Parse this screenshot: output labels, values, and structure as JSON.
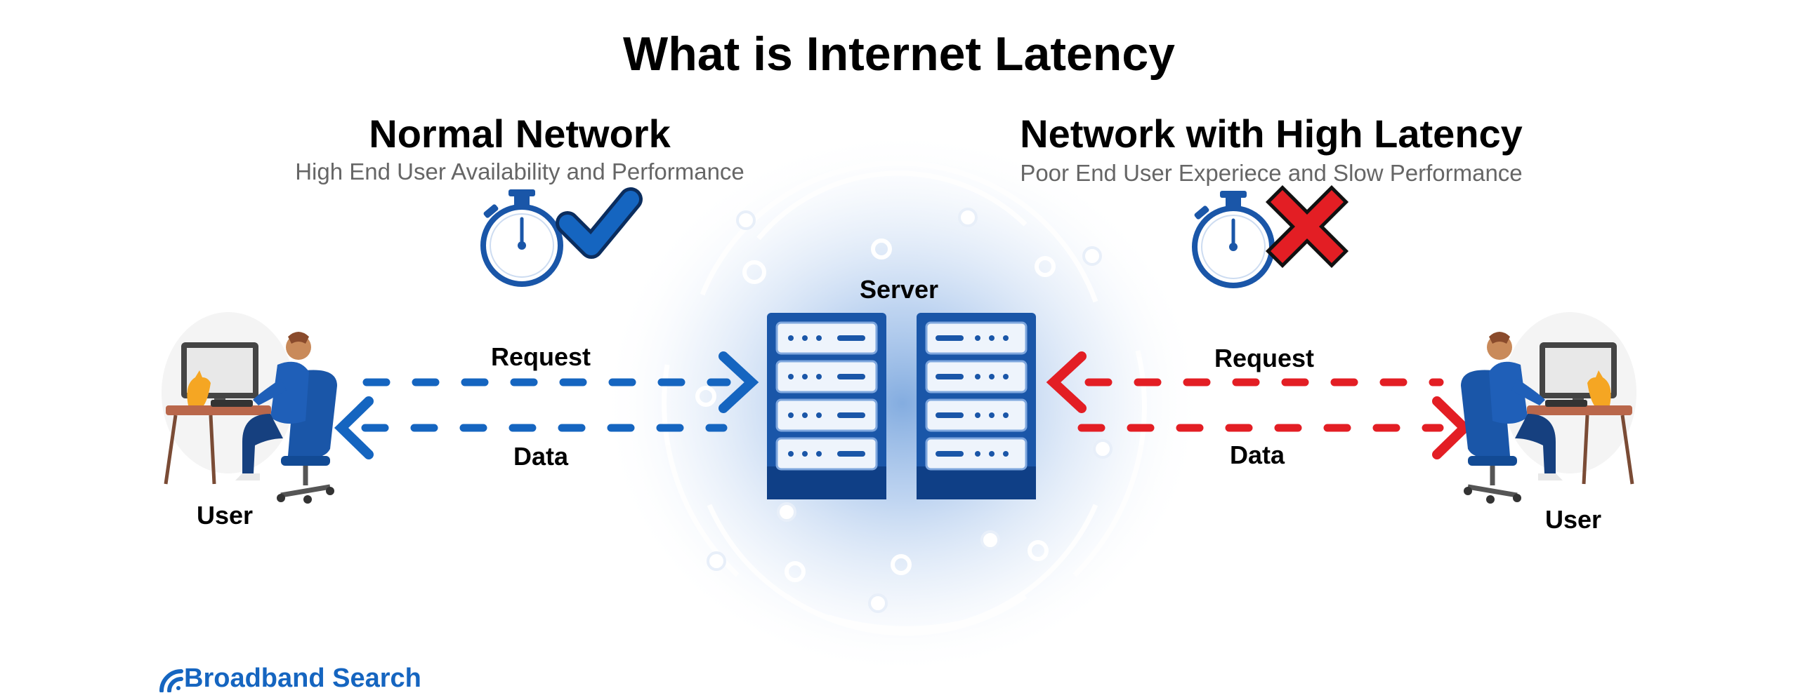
{
  "title": "What is Internet Latency",
  "panels": {
    "normal": {
      "title": "Normal Network",
      "subtitle": "High End User Availability and Performance",
      "status_icon": "checkmark-icon",
      "arrow_color": "#1565c0"
    },
    "high_latency": {
      "title": "Network with High Latency",
      "subtitle": "Poor End User Experiece and Slow Performance",
      "status_icon": "cross-icon",
      "arrow_color": "#e31e24"
    }
  },
  "labels": {
    "server": "Server",
    "request": "Request",
    "data": "Data",
    "user": "User"
  },
  "brand": {
    "name": "Broadband Search",
    "color": "#1565c0"
  },
  "icons": [
    "stopwatch-icon",
    "server-rack-icon",
    "user-at-desk-illustration"
  ]
}
